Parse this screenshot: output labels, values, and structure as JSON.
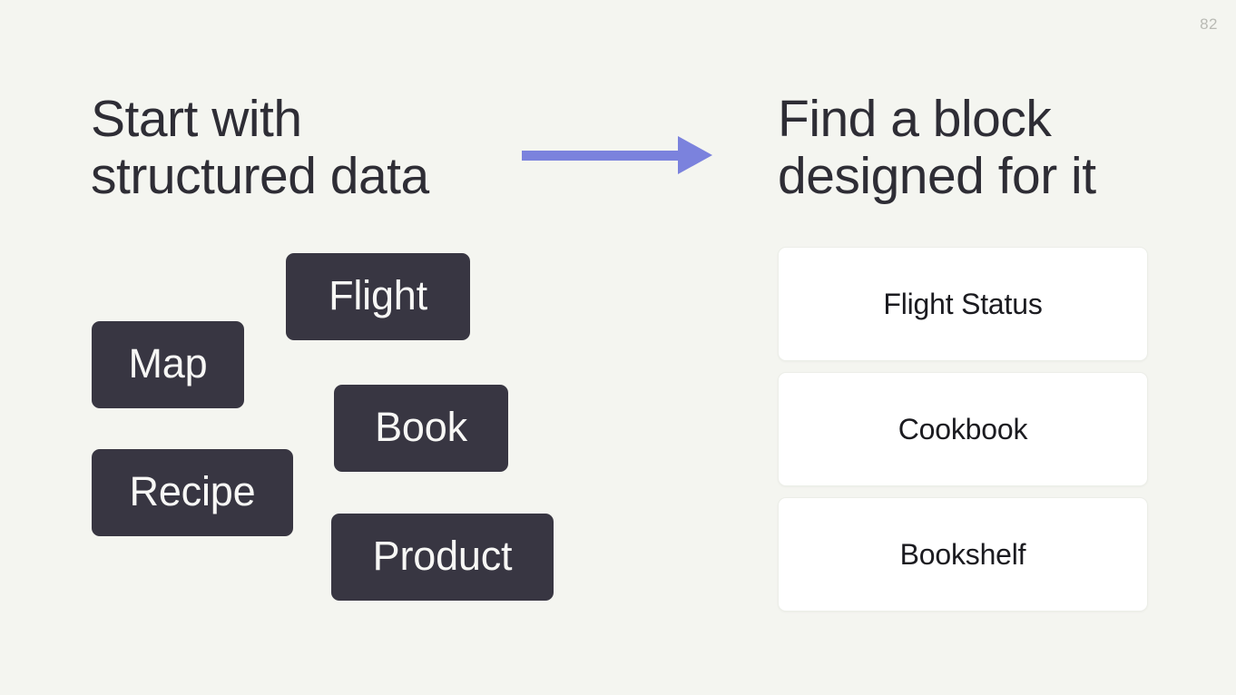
{
  "slide": {
    "page_number": "82",
    "background_color": "#f4f5f0"
  },
  "left": {
    "heading": "Start with\nstructured data",
    "chips": [
      {
        "label": "Flight",
        "name": "chip-flight"
      },
      {
        "label": "Map",
        "name": "chip-map"
      },
      {
        "label": "Book",
        "name": "chip-book"
      },
      {
        "label": "Recipe",
        "name": "chip-recipe"
      },
      {
        "label": "Product",
        "name": "chip-product"
      }
    ],
    "chip_bg_color": "#383642",
    "chip_text_color": "#f7f7f5"
  },
  "arrow": {
    "name": "right-arrow-icon",
    "color": "#7b82dd",
    "direction": "right"
  },
  "right": {
    "heading": "Find a block\ndesigned for it",
    "cards": [
      {
        "label": "Flight Status"
      },
      {
        "label": "Cookbook"
      },
      {
        "label": "Bookshelf"
      }
    ],
    "card_bg_color": "#ffffff",
    "card_text_color": "#1b1b20"
  }
}
